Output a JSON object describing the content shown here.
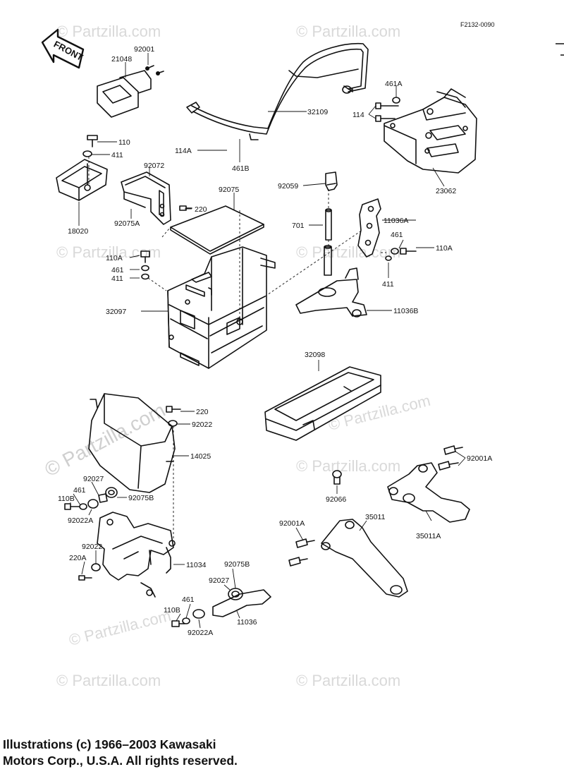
{
  "figure_code": "F2132-0090",
  "front_arrow_label": "FRONT",
  "watermark": "© Partzilla.com",
  "part_labels": {
    "p21048": "21048",
    "p92001": "92001",
    "p32109": "32109",
    "p461A": "461A",
    "p114": "114",
    "p23062": "23062",
    "p110": "110",
    "p411_a": "411",
    "p92072": "92072",
    "p114A": "114A",
    "p461B": "461B",
    "p92059": "92059",
    "p92075": "92075",
    "p220_a": "220",
    "p18020": "18020",
    "p92075A": "92075A",
    "p701": "701",
    "p11036A": "11036A",
    "p461_a": "461",
    "p110A_r": "110A",
    "p110A_l": "110A",
    "p461_b": "461",
    "p411_b": "411",
    "p411_c": "411",
    "p32097": "32097",
    "p11036B": "11036B",
    "p32098": "32098",
    "p220_b": "220",
    "p92022_a": "92022",
    "p14025": "14025",
    "p92001A_r": "92001A",
    "p92027_a": "92027",
    "p461_c": "461",
    "p110B_a": "110B",
    "p92075B_a": "92075B",
    "p92022A_a": "92022A",
    "p92066": "92066",
    "p92001A_l": "92001A",
    "p35011": "35011",
    "p35011A": "35011A",
    "p92022_b": "92022",
    "p220A": "220A",
    "p11034": "11034",
    "p92075B_b": "92075B",
    "p92027_b": "92027",
    "p461_d": "461",
    "p110B_b": "110B",
    "p11036": "11036",
    "p92022A_b": "92022A"
  },
  "copyright_line1": "Illustrations (c) 1966–2003 Kawasaki",
  "copyright_line2": "Motors Corp., U.S.A.  All rights reserved."
}
